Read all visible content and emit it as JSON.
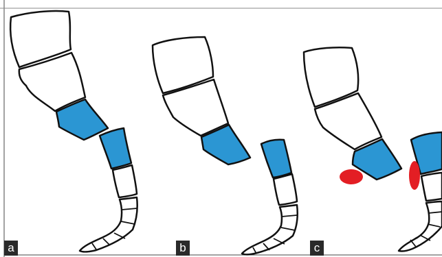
{
  "panels": [
    {
      "label": "a"
    },
    {
      "label": "b"
    },
    {
      "label": "c"
    }
  ],
  "colors": {
    "fused_segment": "#2b96d3",
    "marker": "#e31e24",
    "outline": "#111111",
    "bone_fill": "#ffffff",
    "label_bg": "#2a2a2a",
    "label_text": "#ffffff"
  }
}
